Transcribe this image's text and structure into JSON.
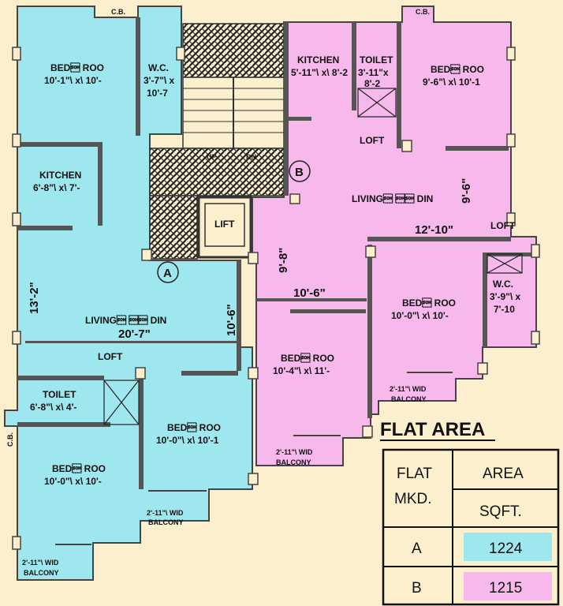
{
  "colors": {
    "background": "#fbefcd",
    "flat_a": "#9fe7ee",
    "flat_b": "#f7b8ec",
    "wall": "#555555",
    "hatch": "#222222"
  },
  "flat_a": {
    "marker": "A",
    "rooms": {
      "bedroom_1": {
        "name": "BED\u0001 ROO",
        "size": "10'-1\"\\ x\\ 10'-"
      },
      "wc": {
        "name": "W.C.",
        "size1": "3'-7\"\\ x",
        "size2": "10'-7"
      },
      "kitchen": {
        "name": "KITCHEN",
        "size": "6'-8\"\\ x\\ 7'-"
      },
      "living": {
        "name": "LIVING\u0001 \u0001\u0001 DIN"
      },
      "toilet": {
        "name": "TOILET",
        "size": "6'-8\"\\ x\\ 4'-"
      },
      "bedroom_2": {
        "name": "BED\u0001 ROO",
        "size": "10'-0\"\\ x\\ 10'-1"
      },
      "bedroom_3": {
        "name": "BED\u0001 ROO",
        "size": "10'-0\"\\ x\\ 10'-"
      }
    },
    "dims": {
      "living_height": "13'-2\"",
      "living_width": "20'-7\"",
      "right_height": "10'-6\""
    },
    "loft": "LOFT",
    "cb_top": "C.B.",
    "cb_left": "C.B.",
    "balcony_1": {
      "w": "2'-11\"\\ WID",
      "label": "BALCONY"
    },
    "balcony_2": {
      "w": "2'-11\"\\ WID",
      "label": "BALCONY"
    }
  },
  "core": {
    "lift": "LIFT",
    "up": "UP",
    "dn": "DN"
  },
  "flat_b": {
    "marker": "B",
    "rooms": {
      "kitchen": {
        "name": "KITCHEN",
        "size": "5'-11\"\\ x\\ 8'-2"
      },
      "toilet": {
        "name": "TOILET",
        "size1": "3'-11\"x",
        "size2": "8'-2"
      },
      "bedroom_1": {
        "name": "BED\u0001 ROO",
        "size": "9'-6\"\\ x\\ 10'-1"
      },
      "living": {
        "name": "LIVING\u0001 \u0001\u0001 DIN"
      },
      "wc": {
        "name": "W.C.",
        "size1": "3'-9\"\\ x",
        "size2": "7'-10"
      },
      "bedroom_2": {
        "name": "BED\u0001 ROO",
        "size": "10'-0\"\\ x\\ 10'-"
      },
      "bedroom_3": {
        "name": "BED\u0001 ROO",
        "size": "10'-4\"\\ x\\ 11'-"
      }
    },
    "dims": {
      "living_width": "12'-10\"",
      "right_height": "9'-6\"",
      "left_height": "9'-8\"",
      "lower_width": "10'-6\""
    },
    "loft_1": "LOFT",
    "loft_2": "LOFT",
    "cb_top": "C.B.",
    "balcony_1": {
      "w": "2'-11\"\\ WID",
      "label": "BALCONY"
    },
    "balcony_2": {
      "w": "2'-11\"\\ WID",
      "label": "BALCONY"
    }
  },
  "area_table": {
    "title": "FLAT AREA",
    "header_flat_1": "FLAT",
    "header_flat_2": "MKD.",
    "header_area": "AREA",
    "header_unit": "SQFT.",
    "rows": [
      {
        "flat": "A",
        "area": "1224",
        "color": "#9fe7ee"
      },
      {
        "flat": "B",
        "area": "1215",
        "color": "#f7b8ec"
      }
    ]
  }
}
